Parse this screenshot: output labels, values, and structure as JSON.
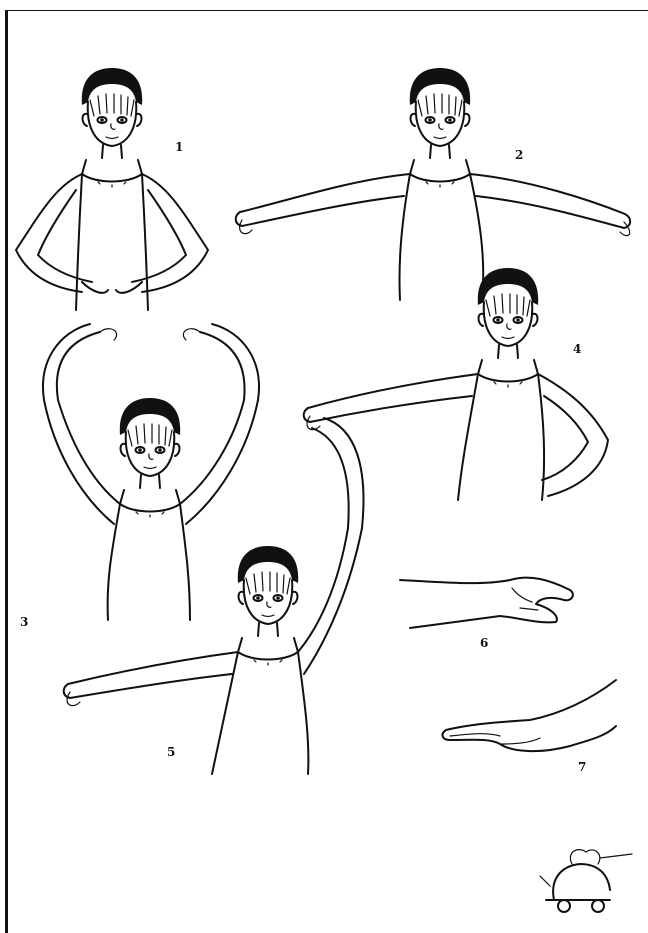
{
  "figures": [
    {
      "label": "1"
    },
    {
      "label": "2"
    },
    {
      "label": "3"
    },
    {
      "label": "4"
    },
    {
      "label": "5"
    },
    {
      "label": "6"
    },
    {
      "label": "7"
    }
  ],
  "logo": {
    "icon": "lion-cart-icon"
  }
}
